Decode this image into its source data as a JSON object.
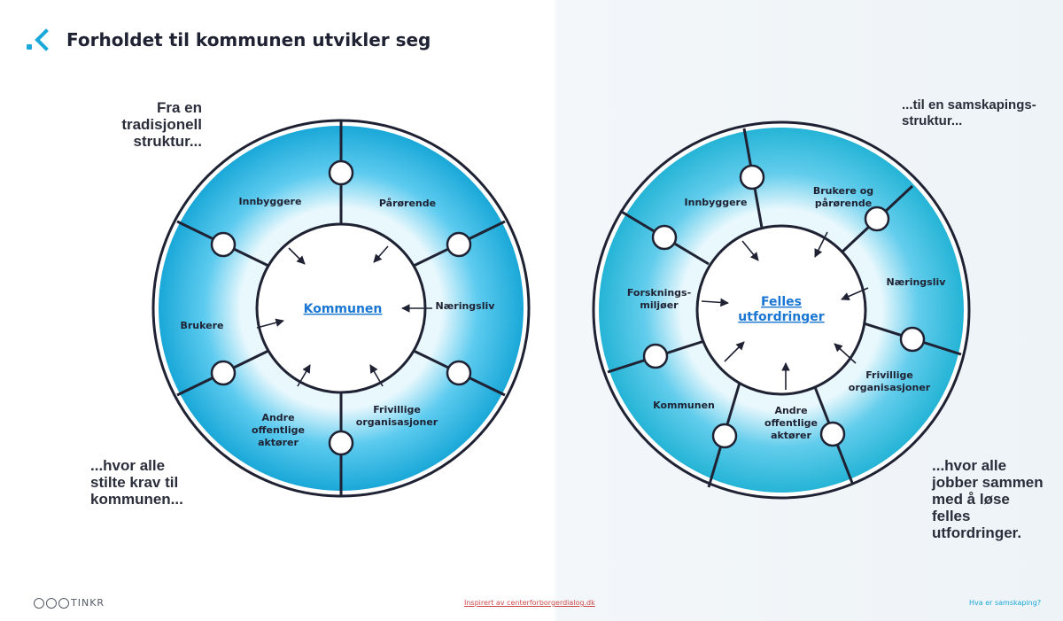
{
  "title": "Forholdet til kommunen utvikler seg",
  "captions": {
    "top_left": "Fra en\ntradisjonell\nstruktur...",
    "bottom_left": "...hvor alle\nstilte krav til\nkommunen...",
    "top_right": "...til en samskapings-\nstruktur...",
    "bottom_right": "...hvor alle\njobber sammen\nmed å løse\nfelles\nutfordringer."
  },
  "left_diagram": {
    "center": "Kommunen",
    "segments": [
      "Innbyggere",
      "Pårørende",
      "Næringsliv",
      "Frivillige organisasjoner",
      "Andre offentlige aktører",
      "Brukere"
    ]
  },
  "right_diagram": {
    "center": "Felles utfordringer",
    "segments": [
      "Innbyggere",
      "Brukere og pårørende",
      "Næringsliv",
      "Frivillige organisasjoner",
      "Andre offentlige aktører",
      "Kommunen",
      "Forsknings-miljøer"
    ]
  },
  "footer": {
    "logo": "TINKR",
    "source": "Inspirert av centerforborgerdialog.dk",
    "link": "Hva er samskaping?"
  },
  "colors": {
    "accent": "#1aa8d8",
    "center_text": "#1976d2",
    "puzzle_light": "#bde9f7",
    "puzzle_mid": "#3fc0ec"
  }
}
